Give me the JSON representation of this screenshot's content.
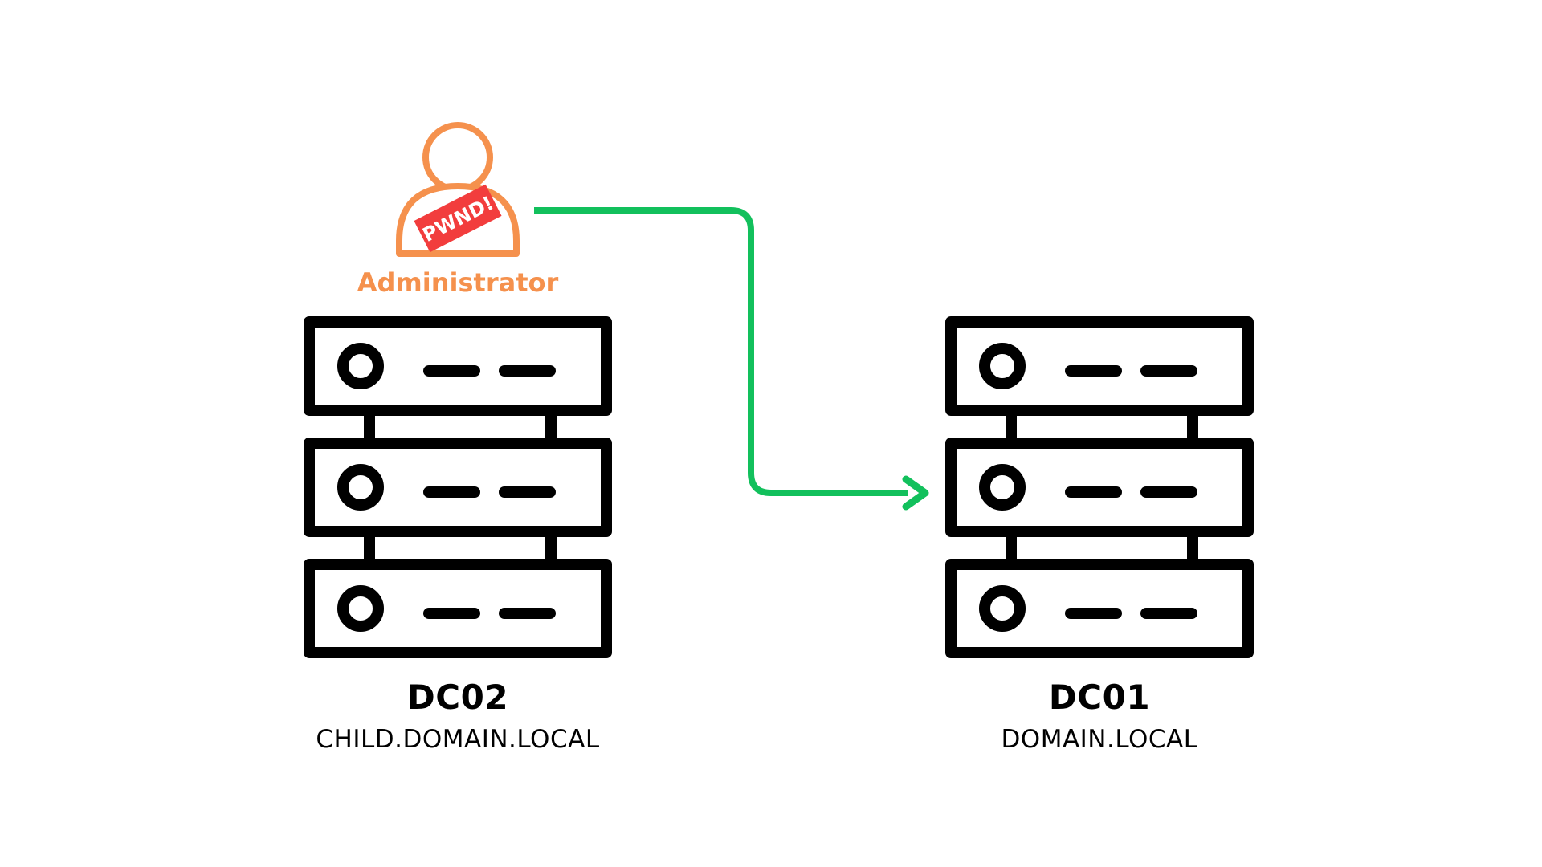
{
  "colors": {
    "server_stroke": "#000000",
    "user_orange": "#F5914D",
    "badge_red": "#F23D3D",
    "badge_text": "#FFFFFF",
    "arrow_green": "#12C05C",
    "background": "#FFFFFF"
  },
  "user": {
    "label": "Administrator",
    "badge_text": "PWND!",
    "icon": "user-icon"
  },
  "servers": [
    {
      "name": "DC02",
      "domain": "CHILD.DOMAIN.LOCAL",
      "icon": "server-rack-icon"
    },
    {
      "name": "DC01",
      "domain": "DOMAIN.LOCAL",
      "icon": "server-rack-icon"
    }
  ],
  "connection": {
    "from": "Administrator",
    "to": "DC01",
    "icon": "arrow-right-icon"
  }
}
